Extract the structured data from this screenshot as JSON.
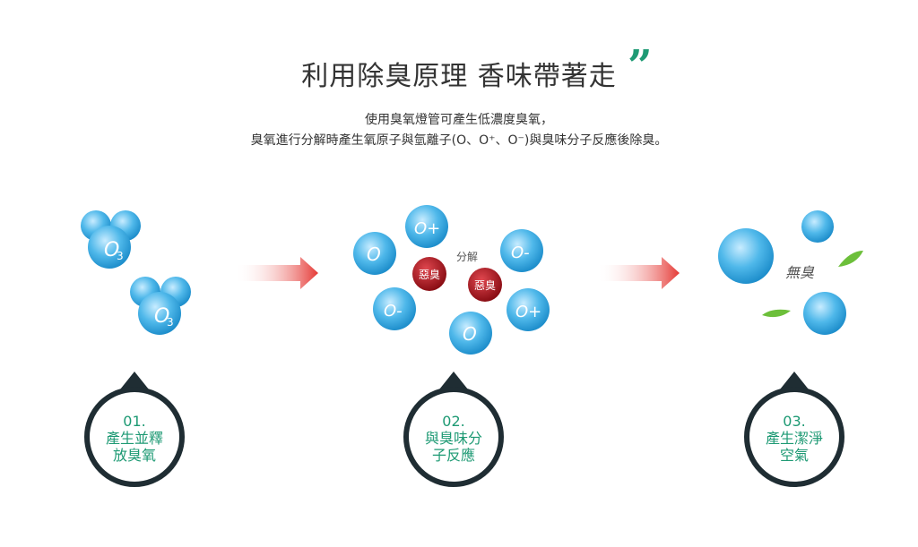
{
  "header": {
    "title": "利用除臭原理 香味帶著走",
    "quote_mark": "”",
    "desc_line1": "使用臭氧燈管可產生低濃度臭氧，",
    "desc_line2": "臭氧進行分解時產生氧原子與氫離子(O、O⁺、O⁻)與臭味分子反應後除臭。"
  },
  "stage1": {
    "molecule_label": "O",
    "subscript": "3"
  },
  "stage2": {
    "decompose_label": "分解",
    "odor_label": "惡臭",
    "atoms": [
      "O",
      "O+",
      "O-",
      "O-",
      "O+",
      "O"
    ]
  },
  "stage3": {
    "no_odor_label": "無臭"
  },
  "steps": [
    {
      "num": "01.",
      "title": "產生並釋放臭氧"
    },
    {
      "num": "02.",
      "title": "與臭味分子反應"
    },
    {
      "num": "03.",
      "title": "產生潔淨空氣"
    }
  ],
  "colors": {
    "accent": "#1e9a74",
    "bubble": "#39a9e0",
    "odor": "#b5121b",
    "circle": "#1f2d33",
    "arrow": "#e53935"
  }
}
